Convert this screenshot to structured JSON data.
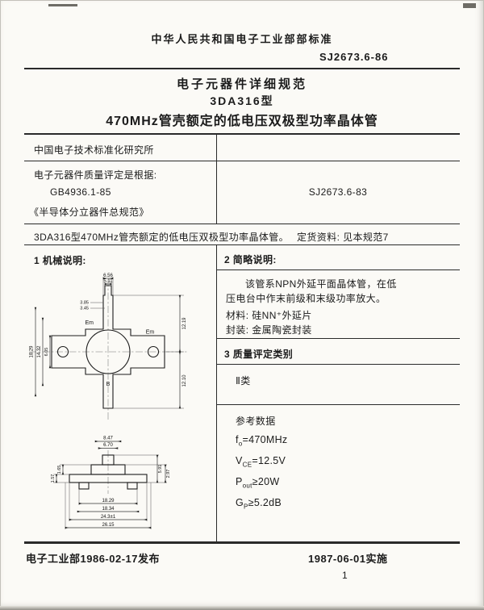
{
  "header": {
    "standard_org": "中华人民共和国电子工业部部标准",
    "standard_no": "SJ2673.6-86"
  },
  "title": {
    "line1": "电子元器件详细规范",
    "line2": "3DA316型",
    "line3": "470MHz管壳额定的低电压双极型功率晶体管"
  },
  "info": {
    "institute": "中国电子技术标准化研究所",
    "basis_label": "电子元器件质量评定是根据:",
    "basis_std": "GB4936.1-85",
    "basis_name": "《半导体分立器件总规范》",
    "basis_ref": "SJ2673.6-83"
  },
  "desc": {
    "product": "3DA316型470MHz管壳额定的低电压双极型功率晶体管。",
    "order": "定货资料: 见本规范7"
  },
  "left": {
    "mech_title": "1 机械说明:"
  },
  "right": {
    "brief_title": "2 简略说明:",
    "brief_line1": "该管系NPN外延平面晶体管，在低",
    "brief_line2": "压电台中作末前级和末级功率放大。",
    "material": "材料: 硅NN⁺外延片",
    "package": "封装: 金属陶瓷封装",
    "quality_title": "3 质量评定类别",
    "quality_class": "Ⅱ类",
    "ref_title": "参考数据",
    "ref_items": [
      {
        "sym": "f",
        "sub": "o",
        "rest": "=470MHz"
      },
      {
        "sym": "V",
        "sub": "CE",
        "rest": "=12.5V"
      },
      {
        "sym": "P",
        "sub": "out",
        "rest": "≥20W"
      },
      {
        "sym": "G",
        "sub": "P",
        "rest": "≥5.2dB"
      }
    ]
  },
  "drawing": {
    "view_labels": {
      "em": "Em",
      "b": "B"
    },
    "dims": {
      "top_w1": "6.56",
      "top_w2": "5.11",
      "top_w3": "3.85",
      "top_w4": "3.45",
      "left_h1": "18.29",
      "left_h2": "14.32",
      "left_h3": "6.05",
      "right_h1": "12.19",
      "right_h2": "12.10",
      "mid_w1": "8.47",
      "mid_w2": "6.70",
      "side_l1": "1.65",
      "side_l2": "1.57",
      "side_r1": "5.91",
      "side_r2": "2.97",
      "bot_w1": "18.29",
      "bot_w2": "18.34",
      "bot_w3": "24.3±1",
      "bot_w4": "26.15"
    }
  },
  "footer": {
    "issued": "电子工业部1986-02-17发布",
    "implemented": "1987-06-01实施",
    "page_number": "1"
  }
}
